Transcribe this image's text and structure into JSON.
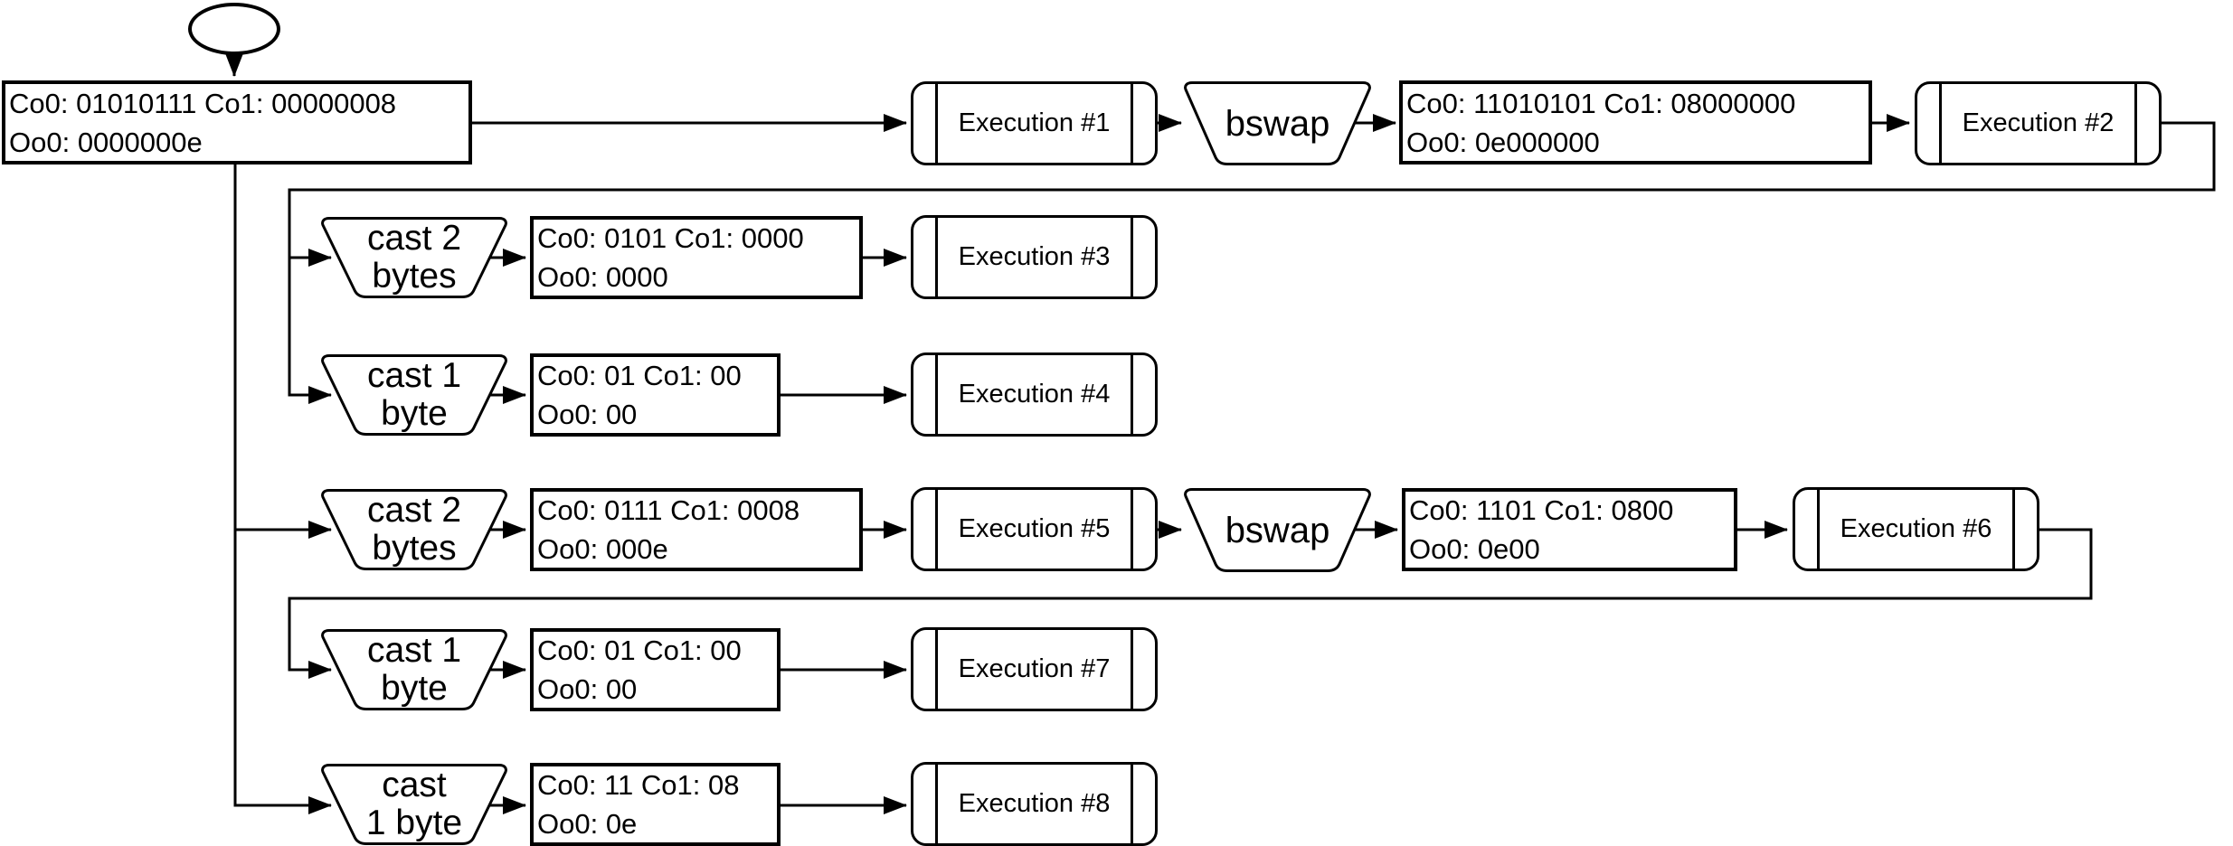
{
  "diagram": {
    "colors": {
      "stroke": "#000000",
      "fill": "#ffffff",
      "text": "#000000"
    },
    "nodes": {
      "box1": {
        "line1": "Co0: 01010111 Co1: 00000008",
        "line2": "Oo0: 0000000e"
      },
      "exec1": {
        "label": "Execution #1"
      },
      "bswap1": {
        "label": "bswap"
      },
      "box2": {
        "line1": "Co0: 11010101 Co1: 08000000",
        "line2": "Oo0: 0e000000"
      },
      "exec2": {
        "label": "Execution #2"
      },
      "cast2a": {
        "line1": "cast 2",
        "line2": "bytes"
      },
      "box3": {
        "line1": "Co0: 0101 Co1: 0000",
        "line2": "Oo0: 0000"
      },
      "exec3": {
        "label": "Execution #3"
      },
      "cast1a": {
        "line1": "cast 1",
        "line2": "byte"
      },
      "box4": {
        "line1": "Co0: 01 Co1: 00",
        "line2": "Oo0: 00"
      },
      "exec4": {
        "label": "Execution #4"
      },
      "cast2b": {
        "line1": "cast 2",
        "line2": "bytes"
      },
      "box5": {
        "line1": "Co0: 0111 Co1: 0008",
        "line2": "Oo0: 000e"
      },
      "exec5": {
        "label": "Execution #5"
      },
      "bswap2": {
        "label": "bswap"
      },
      "box6": {
        "line1": "Co0: 1101 Co1: 0800",
        "line2": "Oo0: 0e00"
      },
      "exec6": {
        "label": "Execution #6"
      },
      "cast1b": {
        "line1": "cast 1",
        "line2": "byte"
      },
      "box7": {
        "line1": "Co0: 01 Co1: 00",
        "line2": "Oo0: 00"
      },
      "exec7": {
        "label": "Execution #7"
      },
      "cast1c": {
        "line1": "cast",
        "line2": "1 byte"
      },
      "box8": {
        "line1": "Co0: 11 Co1: 08",
        "line2": "Oo0: 0e"
      },
      "exec8": {
        "label": "Execution #8"
      }
    }
  }
}
